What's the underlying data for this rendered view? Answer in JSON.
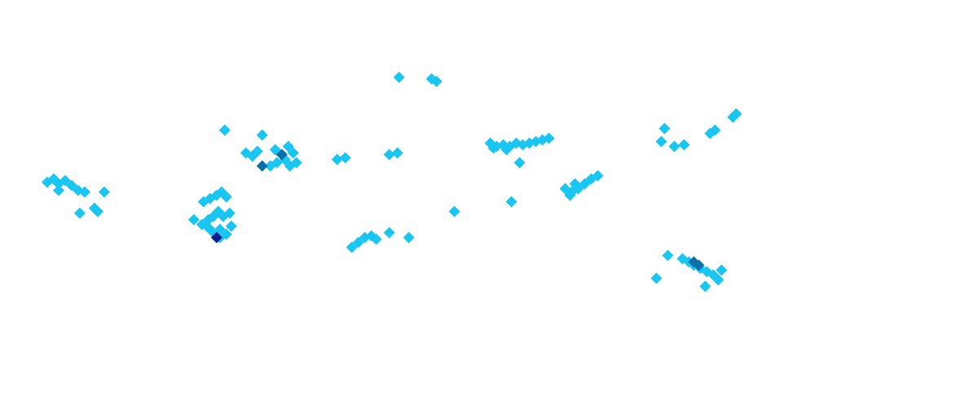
{
  "map": {
    "colors": {
      "low": "#19c6f2",
      "mid": "#0a6ea8",
      "high": "#0b1f8c",
      "background": "#ffffff"
    },
    "clusters": [
      {
        "id": "c01",
        "level": "low"
      },
      {
        "id": "c02",
        "level": "low"
      },
      {
        "id": "c03",
        "level": "low"
      },
      {
        "id": "c04",
        "level": "mid"
      },
      {
        "id": "c05",
        "level": "low"
      },
      {
        "id": "c06",
        "level": "high"
      },
      {
        "id": "c07",
        "level": "low"
      },
      {
        "id": "c08",
        "level": "low"
      },
      {
        "id": "c09",
        "level": "low"
      },
      {
        "id": "c10",
        "level": "low"
      },
      {
        "id": "c11",
        "level": "low"
      },
      {
        "id": "c12",
        "level": "low"
      },
      {
        "id": "c13",
        "level": "low"
      },
      {
        "id": "c14",
        "level": "low"
      },
      {
        "id": "c15",
        "level": "low"
      },
      {
        "id": "c16",
        "level": "mid"
      }
    ]
  }
}
